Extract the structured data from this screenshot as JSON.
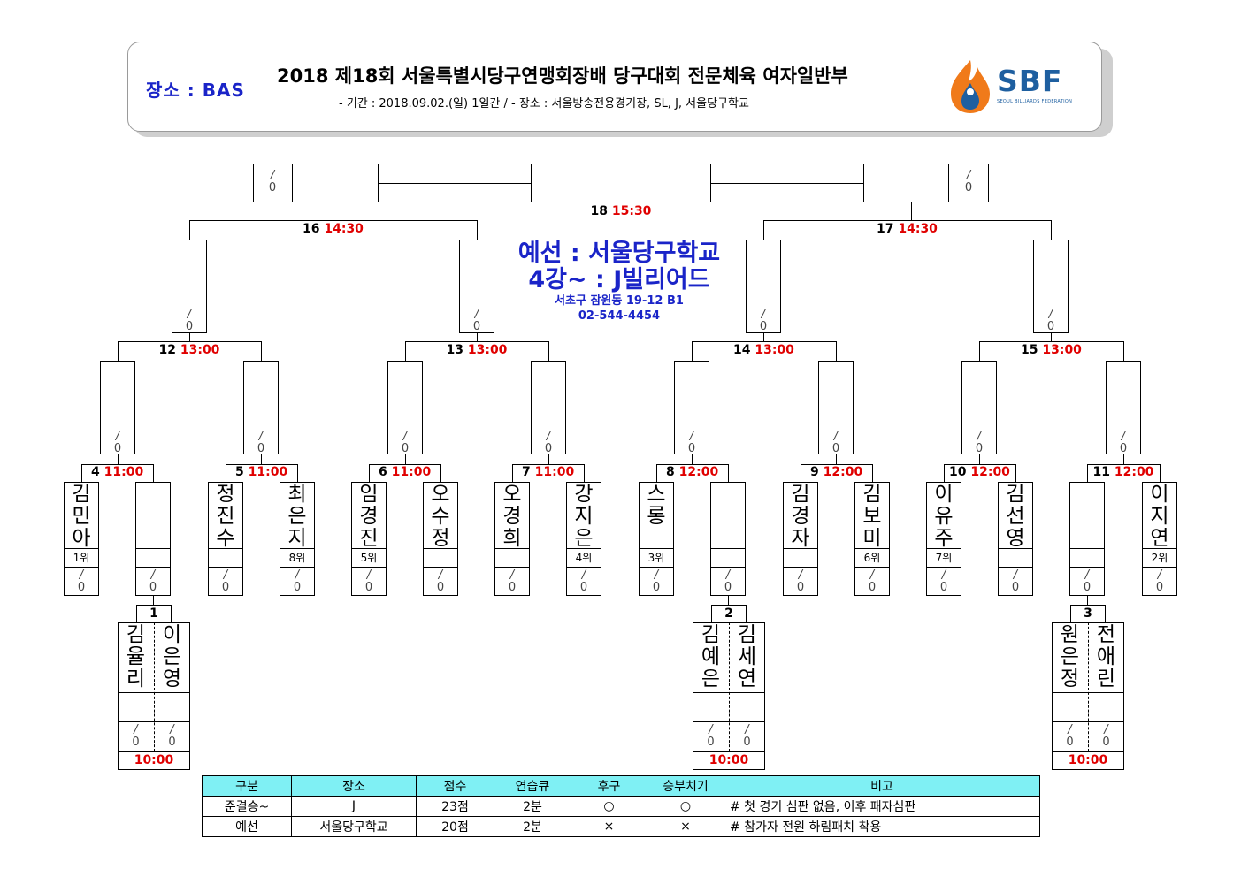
{
  "header": {
    "venue_label": "장소 : BAS",
    "title": "2018 제18회 서울특별시당구연맹회장배 당구대회 전문체육 여자일반부",
    "subtitle": "- 기간 : 2018.09.02.(일) 1일간 / - 장소 : 서울방송전용경기장, SL, J, 서울당구학교",
    "logo_text": "SBF",
    "logo_sub": "SEOUL BILLIARDS FEDERATION",
    "logo_colors": {
      "flame": "#f07a1a",
      "blue": "#1e5fa0"
    }
  },
  "center_info": {
    "line1": "예선 : 서울당구학교",
    "line2": "4강~ : J빌리어드",
    "line3": "서초구 잠원동 19-12 B1",
    "line4": "02-544-4454"
  },
  "score_placeholder": "/\n0",
  "matches": {
    "m1": {
      "no": "1",
      "time": "10:00"
    },
    "m2": {
      "no": "2",
      "time": "10:00"
    },
    "m3": {
      "no": "3",
      "time": "10:00"
    },
    "m4": {
      "no": "4",
      "time": "11:00"
    },
    "m5": {
      "no": "5",
      "time": "11:00"
    },
    "m6": {
      "no": "6",
      "time": "11:00"
    },
    "m7": {
      "no": "7",
      "time": "11:00"
    },
    "m8": {
      "no": "8",
      "time": "12:00"
    },
    "m9": {
      "no": "9",
      "time": "12:00"
    },
    "m10": {
      "no": "10",
      "time": "12:00"
    },
    "m11": {
      "no": "11",
      "time": "12:00"
    },
    "m12": {
      "no": "12",
      "time": "13:00"
    },
    "m13": {
      "no": "13",
      "time": "13:00"
    },
    "m14": {
      "no": "14",
      "time": "13:00"
    },
    "m15": {
      "no": "15",
      "time": "13:00"
    },
    "m16": {
      "no": "16",
      "time": "14:30"
    },
    "m17": {
      "no": "17",
      "time": "14:30"
    },
    "m18": {
      "no": "18",
      "time": "15:30"
    }
  },
  "players": [
    {
      "name": "김민아",
      "rank": "1위"
    },
    {
      "name": "",
      "rank": ""
    },
    {
      "name": "정진수",
      "rank": ""
    },
    {
      "name": "최은지",
      "rank": "8위"
    },
    {
      "name": "임경진",
      "rank": "5위"
    },
    {
      "name": "오수정",
      "rank": ""
    },
    {
      "name": "오경희",
      "rank": ""
    },
    {
      "name": "강지은",
      "rank": "4위"
    },
    {
      "name": "스롱",
      "rank": "3위"
    },
    {
      "name": "",
      "rank": ""
    },
    {
      "name": "김경자",
      "rank": ""
    },
    {
      "name": "김보미",
      "rank": "6위"
    },
    {
      "name": "이유주",
      "rank": "7위"
    },
    {
      "name": "김선영",
      "rank": ""
    },
    {
      "name": "",
      "rank": ""
    },
    {
      "name": "이지연",
      "rank": "2위"
    }
  ],
  "prelim_players": [
    {
      "name": "김율리"
    },
    {
      "name": "이은영"
    },
    {
      "name": "김예은"
    },
    {
      "name": "김세연"
    },
    {
      "name": "원은정"
    },
    {
      "name": "전애린"
    }
  ],
  "info_table": {
    "headers": [
      "구분",
      "장소",
      "점수",
      "연습큐",
      "후구",
      "승부치기",
      "비고"
    ],
    "rows": [
      [
        "준결승~",
        "J",
        "23점",
        "2분",
        "○",
        "○",
        "# 첫 경기 심판 없음, 이후 패자심판"
      ],
      [
        "예선",
        "서울당구학교",
        "20점",
        "2분",
        "×",
        "×",
        "# 참가자 전원 하림패치 착용"
      ]
    ]
  }
}
